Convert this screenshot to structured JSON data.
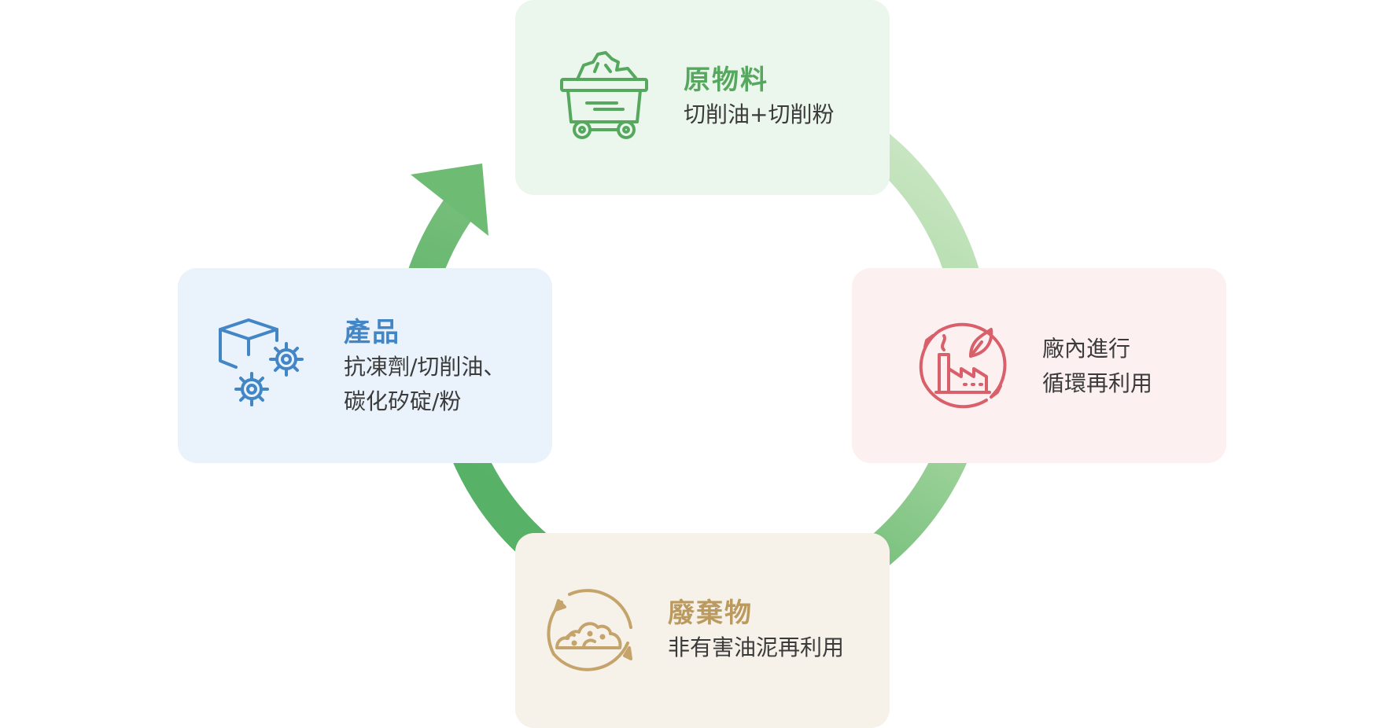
{
  "colors": {
    "ring_dark": "#57b166",
    "ring_light": "#c3e2be",
    "raw_accent": "#57a85f",
    "recycle_accent": "#d9606a",
    "waste_accent": "#c4a46b",
    "product_accent": "#4386c6"
  },
  "raw_material": {
    "title": "原物料",
    "desc": "切削油+切削粉",
    "icon": "mine-cart-icon"
  },
  "in_plant": {
    "line1": "廠內進行",
    "line2": "循環再利用",
    "icon": "factory-recycle-icon"
  },
  "waste": {
    "title": "廢棄物",
    "desc": "非有害油泥再利用",
    "icon": "sludge-recycle-icon"
  },
  "product": {
    "title": "產品",
    "line1": "抗凍劑/切削油、",
    "line2": "碳化矽碇/粉",
    "icon": "box-gears-icon"
  }
}
